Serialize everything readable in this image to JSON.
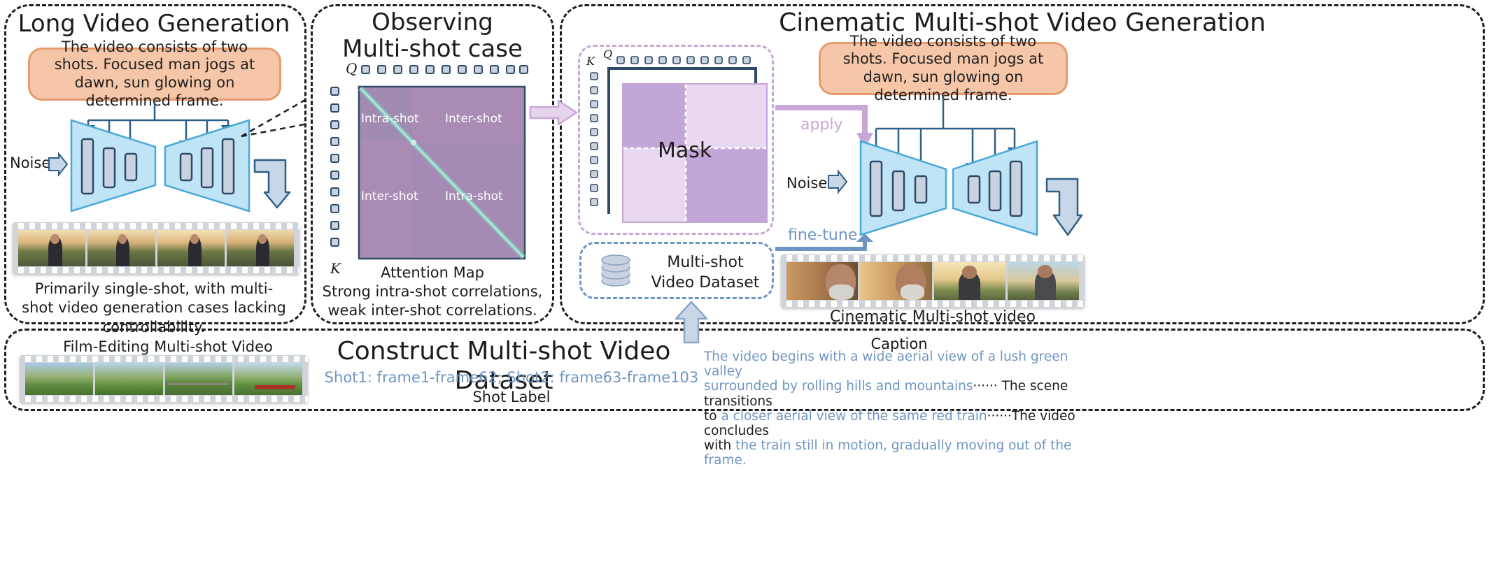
{
  "long_video": {
    "title": "Long Video Generation",
    "prompt": "The video consists of two shots. Focused man jogs at dawn, sun glowing on determined frame.",
    "noise_label": "Noise",
    "caption": "Primarily single-shot, with multi-shot video generation cases lacking controllability."
  },
  "observing": {
    "title_line1": "Observing",
    "title_line2": "Multi-shot case",
    "q_label": "Q",
    "k_label": "K",
    "regions": [
      "Intra-shot",
      "Inter-shot",
      "Inter-shot",
      "Intra-shot"
    ],
    "map_label": "Attention Map",
    "caption": "Strong intra-shot correlations, weak inter-shot correlations."
  },
  "cinematic": {
    "title": "Cinematic Multi-shot Video Generation",
    "k_label": "K",
    "q_label": "Q",
    "mask_label": "Mask",
    "apply_label": "apply",
    "finetune_label": "fine-tune",
    "dataset_label": "Multi-shot Video Dataset",
    "prompt": "The video consists of two shots. Focused man jogs at dawn, sun glowing on determined frame.",
    "noise_label": "Noise",
    "output_label": "Cinematic Multi-shot video"
  },
  "construct": {
    "title": "Construct Multi-shot Video Dataset",
    "film_label": "Film-Editing Multi-shot Video",
    "shot_text": "Shot1: frame1-frame62;  Shot2: frame63-frame103",
    "shot_label": "Shot Label",
    "caption_title": "Caption",
    "caption_lines": [
      {
        "blue": "The video begins with a wide aerial view of a lush green valley",
        "dark": ""
      },
      {
        "blue": "surrounded by rolling hills and mountains",
        "dark": "······ The scene transitions"
      },
      {
        "dark_pre": "to ",
        "blue": "a closer aerial view of the same red train",
        "dark": "······The video concludes"
      },
      {
        "dark_pre": "with ",
        "blue": "the train still in motion, gradually moving out of the frame.",
        "dark": ""
      }
    ]
  },
  "colors": {
    "unet_fill": "#bfe4f5",
    "unet_stroke": "#4aa8d8",
    "block_fill": "#c9d2e0",
    "block_stroke": "#2e4a66",
    "prompt_fill": "#f6c6a8",
    "attention": "#a98bb4",
    "mask_dark": "#c3a6d8",
    "mask_light": "#e8d8f0",
    "caption_blue": "#6f95c2",
    "arrow_fill": "#c8d7e8"
  }
}
